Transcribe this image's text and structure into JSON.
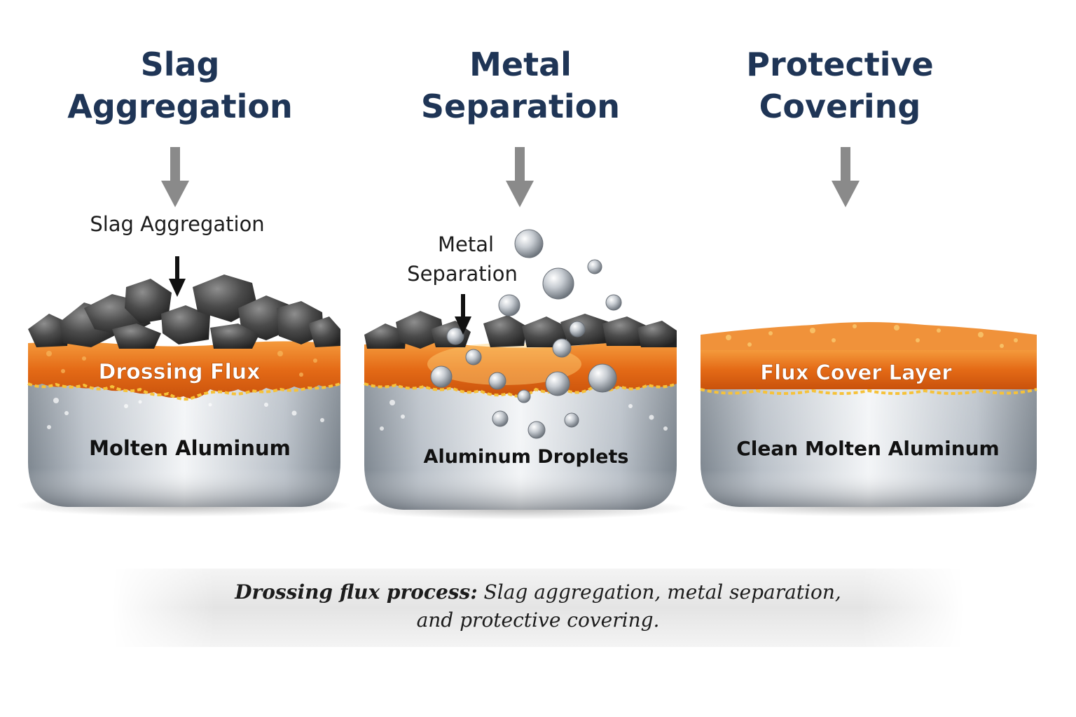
{
  "columns": [
    {
      "heading_line1": "Slag",
      "heading_line2": "Aggregation",
      "annotation": "Slag Aggregation",
      "flux_label": "Drossing Flux",
      "metal_label": "Molten Aluminum"
    },
    {
      "heading_line1": "Metal",
      "heading_line2": "Separation",
      "annotation_line1": "Metal",
      "annotation_line2": "Separation",
      "metal_label": "Aluminum Droplets"
    },
    {
      "heading_line1": "Protective",
      "heading_line2": "Covering",
      "flux_label": "Flux Cover Layer",
      "metal_label": "Clean Molten Aluminum"
    }
  ],
  "caption": {
    "bold": "Drossing flux process:",
    "rest_line1": " Slag aggregation, metal separation,",
    "line2": "and protective covering."
  },
  "colors": {
    "heading": "#1f3556",
    "flux_orange": "#e8711c",
    "slag": "#4a4a4a",
    "aluminum": "#c9cfd6",
    "arrow_gray": "#8a8a8a"
  }
}
